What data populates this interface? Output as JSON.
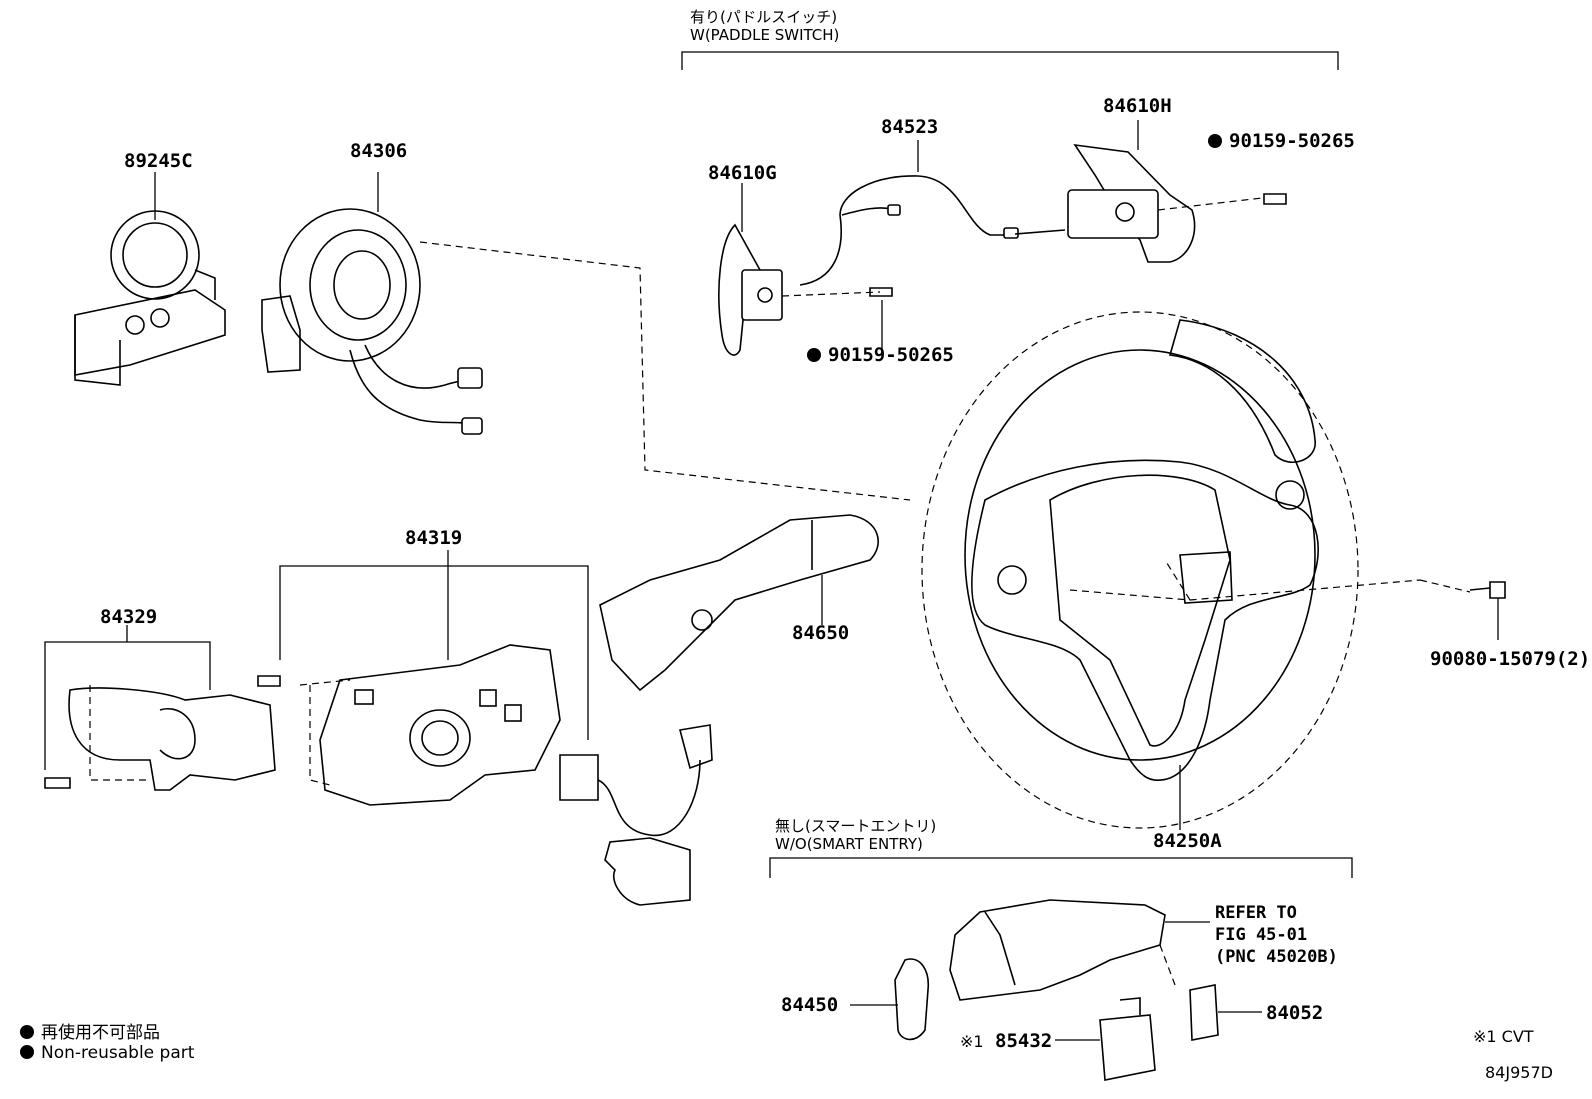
{
  "captions": {
    "paddle_jp": "有り(パドルスイッチ)",
    "paddle_en": "W(PADDLE SWITCH)",
    "smart_jp": "無し(スマートエントリ)",
    "smart_en": "W/O(SMART ENTRY)"
  },
  "parts": {
    "p89245C": "89245C",
    "p84306": "84306",
    "p84523": "84523",
    "p84610H": "84610H",
    "p84610G": "84610G",
    "p90159_top": "90159-50265",
    "p90159_mid": "90159-50265",
    "p84319": "84319",
    "p84329": "84329",
    "p84650": "84650",
    "p90080": "90080-15079(2)",
    "p84250A": "84250A",
    "p84450": "84450",
    "p85432": "85432",
    "p84052": "84052"
  },
  "refer": {
    "line1": "REFER TO",
    "line2": "FIG 45-01",
    "line3": "(PNC 45020B)"
  },
  "marks": {
    "note_mark": "※1",
    "note_text": "※1 CVT"
  },
  "legend": {
    "jp": "再使用不可部品",
    "en": "Non-reusable part"
  },
  "figure_id": "84J957D"
}
